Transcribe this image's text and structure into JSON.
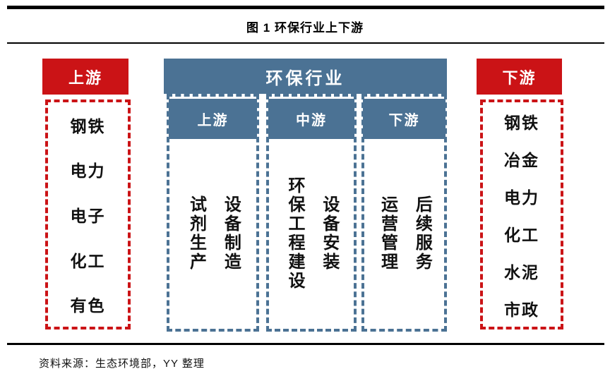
{
  "figure": {
    "title": "图 1 环保行业上下游",
    "source": "资料来源：生态环境部，YY 整理"
  },
  "colors": {
    "accent_red": "#CB1316",
    "accent_blue": "#4B7294",
    "text": "#111111",
    "background": "#FFFFFF"
  },
  "left_panel": {
    "header": "上游",
    "items": [
      "钢铁",
      "电力",
      "电子",
      "化工",
      "有色"
    ]
  },
  "center_panel": {
    "header": "环保行业",
    "columns": [
      {
        "header": "上游",
        "segments": [
          "试剂生产",
          "设备制造"
        ]
      },
      {
        "header": "中游",
        "segments": [
          "环保工程建设",
          "设备安装"
        ]
      },
      {
        "header": "下游",
        "segments": [
          "运营管理",
          "后续服务"
        ]
      }
    ]
  },
  "right_panel": {
    "header": "下游",
    "items": [
      "钢铁",
      "冶金",
      "电力",
      "化工",
      "水泥",
      "市政"
    ]
  }
}
